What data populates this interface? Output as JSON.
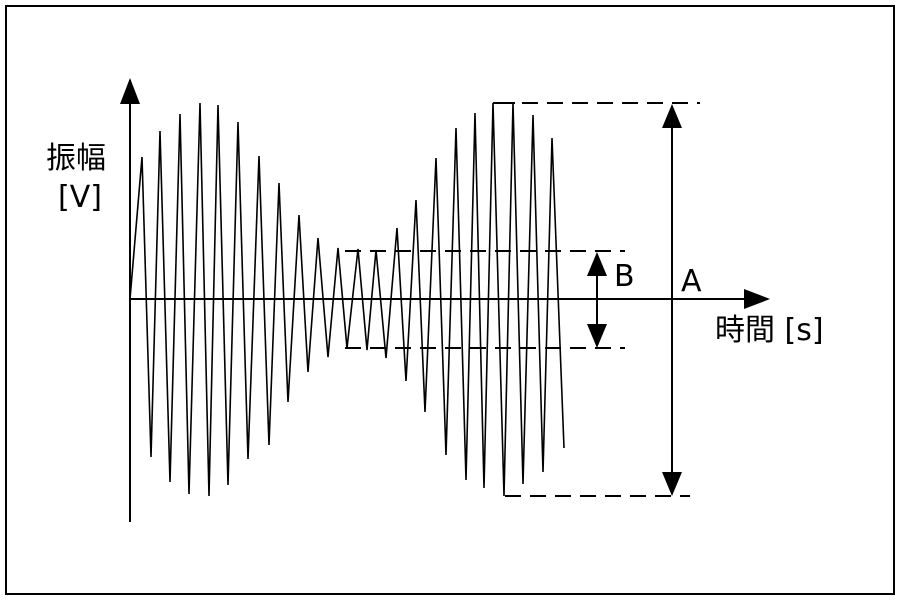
{
  "diagram": {
    "y_axis_label_line1": "振幅",
    "y_axis_label_line2": "[V]",
    "x_axis_label": "時間 [s]",
    "marker_a": "A",
    "marker_b": "B"
  },
  "colors": {
    "line": "#000000",
    "background": "#ffffff"
  }
}
